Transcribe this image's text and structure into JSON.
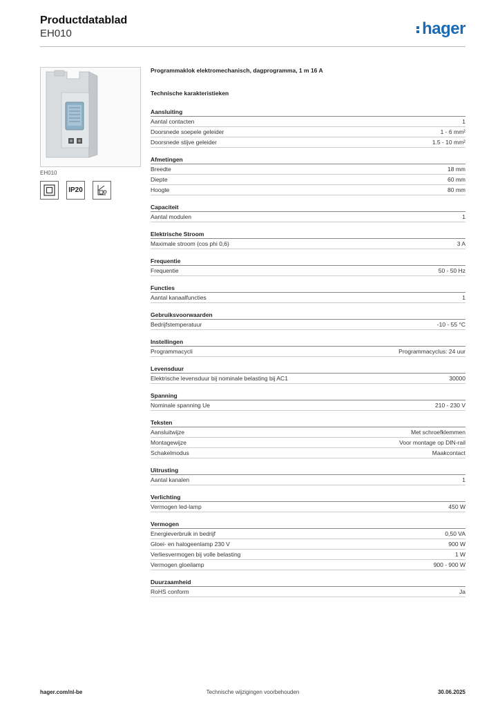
{
  "header": {
    "title": "Productdatablad",
    "subtitle": "EH010",
    "logo_text": "hager"
  },
  "product": {
    "image_label": "EH010",
    "description": "Programmaklok elektromechanisch, dagprogramma, 1 m 16 A",
    "icons": [
      {
        "name": "double-insulation-icon",
        "label": ""
      },
      {
        "name": "ip20-icon",
        "label": "IP20"
      },
      {
        "name": "din-rail-mount-icon",
        "label": ""
      }
    ]
  },
  "tech_title": "Technische karakteristieken",
  "sections": [
    {
      "title": "Aansluiting",
      "rows": [
        {
          "label": "Aantal contacten",
          "value": "1"
        },
        {
          "label": "Doorsnede soepele geleider",
          "value": "1 - 6 mm²"
        },
        {
          "label": "Doorsnede stijve geleider",
          "value": "1.5 - 10 mm²"
        }
      ]
    },
    {
      "title": "Afmetingen",
      "rows": [
        {
          "label": "Breedte",
          "value": "18 mm"
        },
        {
          "label": "Diepte",
          "value": "60 mm"
        },
        {
          "label": "Hoogte",
          "value": "80 mm"
        }
      ]
    },
    {
      "title": "Capaciteit",
      "rows": [
        {
          "label": "Aantal modulen",
          "value": "1"
        }
      ]
    },
    {
      "title": "Elektrische Stroom",
      "rows": [
        {
          "label": "Maximale stroom (cos phi 0,6)",
          "value": "3 A"
        }
      ]
    },
    {
      "title": "Frequentie",
      "rows": [
        {
          "label": "Frequentie",
          "value": "50 - 50 Hz"
        }
      ]
    },
    {
      "title": "Functies",
      "rows": [
        {
          "label": "Aantal kanaalfuncties",
          "value": "1"
        }
      ]
    },
    {
      "title": "Gebruiksvoorwaarden",
      "rows": [
        {
          "label": "Bedrijfstemperatuur",
          "value": "-10 - 55 °C"
        }
      ]
    },
    {
      "title": "Instellingen",
      "rows": [
        {
          "label": "Programmacycli",
          "value": "Programmacyclus: 24 uur"
        }
      ]
    },
    {
      "title": "Levensduur",
      "rows": [
        {
          "label": "Elektrische levensduur bij nominale belasting bij AC1",
          "value": "30000"
        }
      ]
    },
    {
      "title": "Spanning",
      "rows": [
        {
          "label": "Nominale spanning Ue",
          "value": "210 - 230 V"
        }
      ]
    },
    {
      "title": "Teksten",
      "rows": [
        {
          "label": "Aansluitwijze",
          "value": "Met schroefklemmen"
        },
        {
          "label": "Montagewijze",
          "value": "Voor montage op DIN-rail"
        },
        {
          "label": "Schakelmodus",
          "value": "Maakcontact"
        }
      ]
    },
    {
      "title": "Uitrusting",
      "rows": [
        {
          "label": "Aantal kanalen",
          "value": "1"
        }
      ]
    },
    {
      "title": "Verlichting",
      "rows": [
        {
          "label": "Vermogen led-lamp",
          "value": "450 W"
        }
      ]
    },
    {
      "title": "Vermogen",
      "rows": [
        {
          "label": "Energieverbruik in bedrijf",
          "value": "0,50 VA"
        },
        {
          "label": "Gloei- en halogeenlamp 230 V",
          "value": "900 W"
        },
        {
          "label": "Verliesvermogen bij volle belasting",
          "value": "1 W"
        },
        {
          "label": "Vermogen gloeilamp",
          "value": "900 - 900 W"
        }
      ]
    },
    {
      "title": "Duurzaamheid",
      "rows": [
        {
          "label": "RoHS conform",
          "value": "Ja"
        }
      ]
    }
  ],
  "footer": {
    "website": "hager.com/nl-be",
    "notice": "Technische wijzigingen voorbehouden",
    "date": "30.06.2025"
  }
}
